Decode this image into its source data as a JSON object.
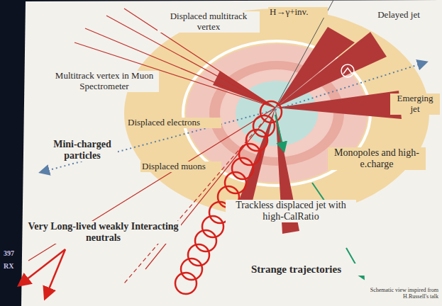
{
  "diagram": {
    "labels": [
      "Displaced multitrack vertex",
      "H→γ+inv.",
      "Delayed jet",
      "Multitrack vertex in Muon Spectrometer",
      "Emerging jet",
      "Displaced electrons",
      "Mini-charged particles",
      "Displaced muons",
      "Monopoles and high-e.charge",
      "Trackless displaced jet with high-CalRatio",
      "Very Long-lived weakly Interacting neutrals",
      "Strange trajectories",
      "Schematic view inspired from H.Russell's talk",
      "397",
      "RX"
    ]
  }
}
